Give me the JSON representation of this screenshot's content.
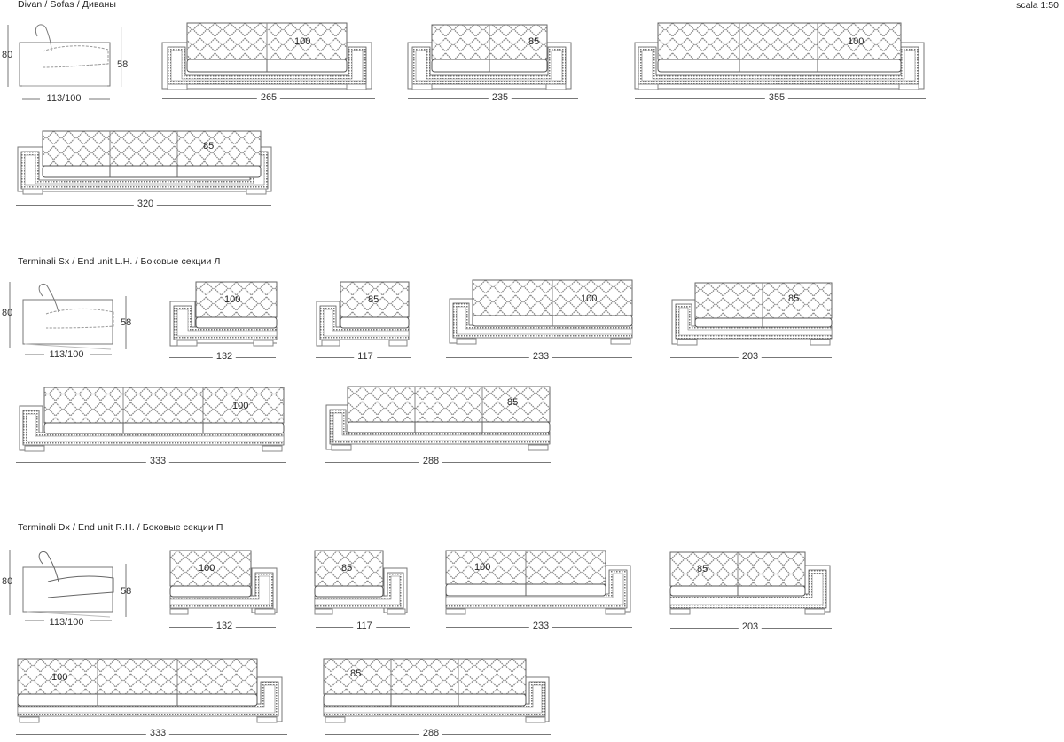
{
  "header": {
    "section_title": "Divan  / Sofas / Диваны",
    "scale": "scala 1:50"
  },
  "sections": [
    {
      "title": "Divan  / Sofas / Диваны",
      "side_view": {
        "height": "80",
        "seat_height": "58",
        "depth": "113/100"
      },
      "items": [
        {
          "width": "265",
          "cushion": "100",
          "seats": 2
        },
        {
          "width": "235",
          "cushion": "85",
          "seats": 2
        },
        {
          "width": "355",
          "cushion": "100",
          "seats": 3
        },
        {
          "width": "320",
          "cushion": "85",
          "seats": 3
        }
      ]
    },
    {
      "title": "Terminali Sx / End unit L.H. / Боковые секции Л",
      "side_view": {
        "height": "80",
        "seat_height": "58",
        "depth": "113/100"
      },
      "items": [
        {
          "width": "132",
          "cushion": "100",
          "seats": 1
        },
        {
          "width": "117",
          "cushion": "85",
          "seats": 1
        },
        {
          "width": "233",
          "cushion": "100",
          "seats": 2
        },
        {
          "width": "203",
          "cushion": "85",
          "seats": 2
        },
        {
          "width": "333",
          "cushion": "100",
          "seats": 3
        },
        {
          "width": "288",
          "cushion": "85",
          "seats": 3
        }
      ]
    },
    {
      "title": "Terminali Dx / End unit R.H. / Боковые секции П",
      "side_view": {
        "height": "80",
        "seat_height": "58",
        "depth": "113/100"
      },
      "items": [
        {
          "width": "132",
          "cushion": "100",
          "seats": 1
        },
        {
          "width": "117",
          "cushion": "85",
          "seats": 1
        },
        {
          "width": "233",
          "cushion": "100",
          "seats": 2
        },
        {
          "width": "203",
          "cushion": "85",
          "seats": 2
        },
        {
          "width": "333",
          "cushion": "100",
          "seats": 3
        },
        {
          "width": "288",
          "cushion": "85",
          "seats": 3
        }
      ]
    }
  ]
}
